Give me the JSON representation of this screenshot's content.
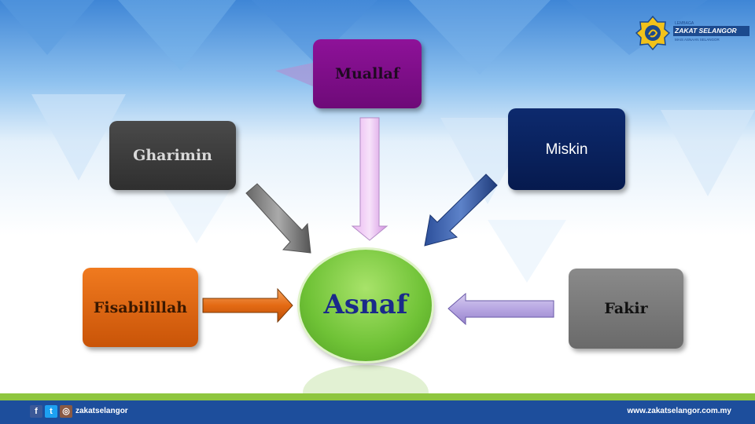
{
  "slide": {
    "center": {
      "label": "Asnaf"
    },
    "categories": [
      {
        "id": "muallaf",
        "label": "Muallaf",
        "color": "#7b0f86"
      },
      {
        "id": "gharimin",
        "label": "Gharimin",
        "color": "#3a3a3a"
      },
      {
        "id": "miskin",
        "label": "Miskin",
        "color": "#0a2260"
      },
      {
        "id": "fisabilillah",
        "label": "Fisabilillah",
        "color": "#e0661a"
      },
      {
        "id": "fakir",
        "label": "Fakir",
        "color": "#7b7b7b"
      }
    ]
  },
  "logo": {
    "line1": "LEMBAGA",
    "line2": "ZAKAT SELANGOR",
    "line3": "MAIS ASNAAN SELANGOR"
  },
  "footer": {
    "social_handle": "zakatselangor",
    "website": "www.zakatselangor.com.my",
    "icons": [
      "facebook-icon",
      "twitter-icon",
      "instagram-icon"
    ]
  },
  "colors": {
    "footer_bar": "#1d4e9c",
    "footer_strip": "#8ec63f",
    "center_green": "#6fc236",
    "center_text": "#1a2a8a"
  }
}
